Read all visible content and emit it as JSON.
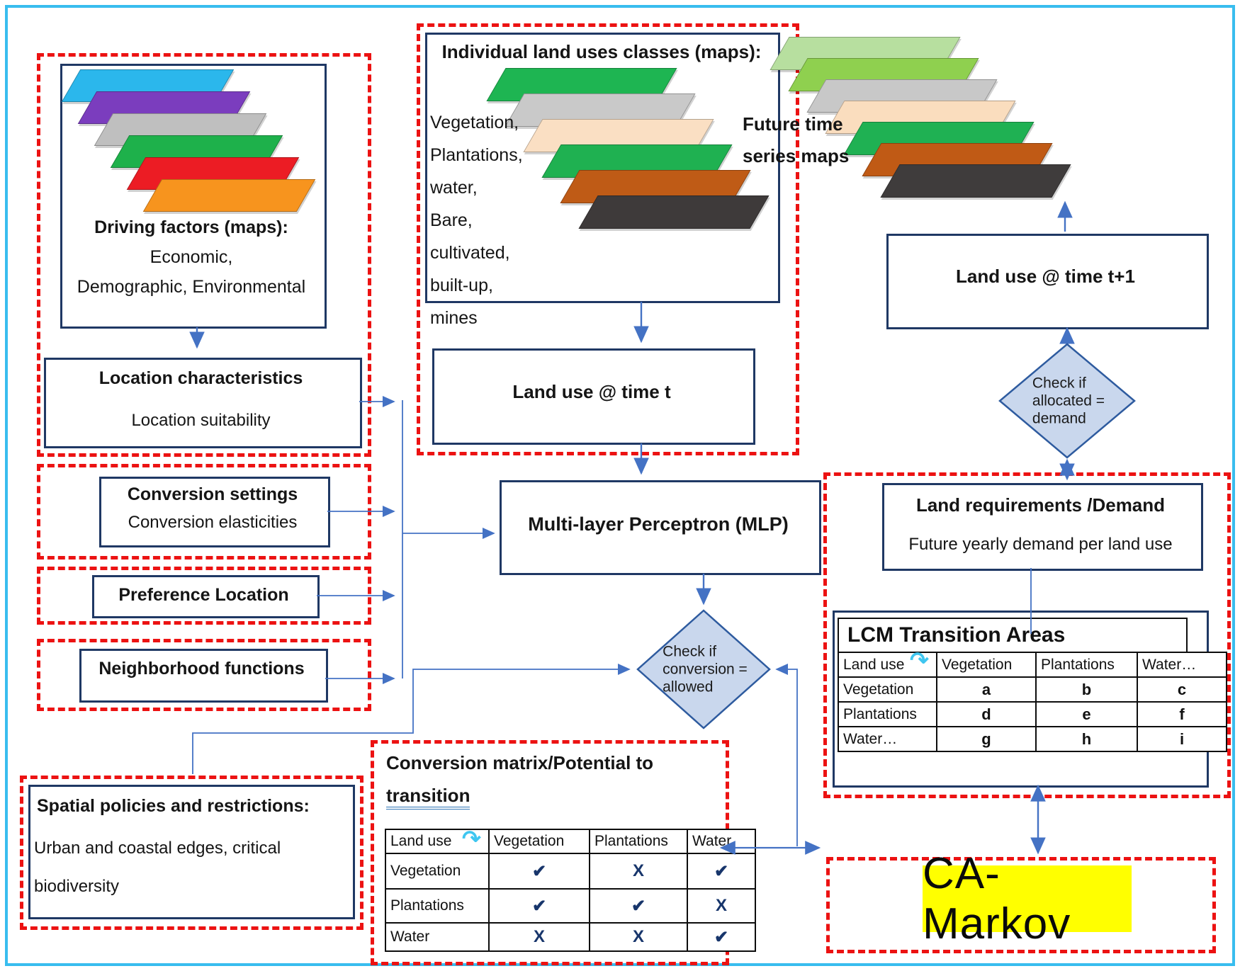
{
  "glyphs": {
    "check": "✔",
    "x": "X",
    "curved_arrow": "↷"
  },
  "colors": {
    "navy": "#1F3864",
    "red_dash": "#EC1212",
    "arrow_blue": "#4472C4",
    "diamond_fill": "#C9D7ED",
    "diamond_border": "#2E5B9F",
    "cyan_frame": "#38BDEF",
    "cyan_icon": "#3FC6F0",
    "highlight_yellow": "#FFFF00"
  },
  "left": {
    "driving": {
      "title_bold": "Driving factors (maps):",
      "title_rest": " Economic,",
      "title_line2": "Demographic, Environmental",
      "stack_colors": [
        "#2BB7EC",
        "#7B3DBE",
        "#BFBFBF",
        "#1EB14B",
        "#EC1C24",
        "#F7941E"
      ]
    },
    "location": {
      "title": "Location characteristics",
      "subtitle": "Location suitability"
    },
    "conversion": {
      "title": "Conversion settings",
      "subtitle": "Conversion elasticities"
    },
    "preference": {
      "title": "Preference Location"
    },
    "neighborhood": {
      "title": "Neighborhood functions"
    },
    "spatial": {
      "title": "Spatial policies and restrictions:",
      "line1": "Urban and coastal edges, critical",
      "line2": "biodiversity"
    }
  },
  "middle": {
    "classes": {
      "title": "Individual land uses classes (maps):",
      "list": [
        "Vegetation,",
        "Plantations,",
        "water, Bare,",
        "cultivated,",
        "built-up,",
        "mines"
      ],
      "stack_colors": [
        "#1EB552",
        "#C9C9C9",
        "#FADFC3",
        "#1FB151",
        "#BF5B16",
        "#3E3A3A"
      ]
    },
    "land_use_t": {
      "label": "Land use @ time t"
    },
    "mlp": {
      "label": "Multi-layer Perceptron (MLP)"
    },
    "diamond_conversion": {
      "line1": "Check if",
      "line2": "conversion =",
      "line3": "allowed"
    },
    "conv_matrix": {
      "title_line1": "Conversion matrix/Potential to",
      "title_line2": "transition",
      "table": {
        "headers": [
          "Land use",
          "Vegetation",
          "Plantations",
          "Water"
        ],
        "rows": [
          {
            "label": "Vegetation",
            "cells": [
              "check",
              "x",
              "check"
            ]
          },
          {
            "label": "Plantations",
            "cells": [
              "check",
              "check",
              "x"
            ]
          },
          {
            "label": "Water",
            "cells": [
              "x",
              "x",
              "check"
            ]
          }
        ]
      }
    }
  },
  "right": {
    "future_maps": {
      "line1": "Future time",
      "line2": "series maps",
      "stack_colors": [
        "#B7DF9F",
        "#8FD04F",
        "#C8C8C8",
        "#FADDBE",
        "#1FB153",
        "#C05A15",
        "#3F3C3C"
      ]
    },
    "land_use_t1": {
      "label": "Land use @ time t+1"
    },
    "diamond_allocated": {
      "line1": "Check if",
      "line2": "allocated =",
      "line3": "demand"
    },
    "demand": {
      "title": "Land requirements /Demand",
      "subtitle": "Future yearly demand per land use"
    },
    "lcm": {
      "title": "LCM  Transition Areas",
      "table": {
        "headers": [
          "Land use",
          "Vegetation",
          "Plantations",
          "Water…"
        ],
        "rows": [
          {
            "label": "Vegetation",
            "cells": [
              "a",
              "b",
              "c"
            ]
          },
          {
            "label": "Plantations",
            "cells": [
              "d",
              "e",
              "f"
            ]
          },
          {
            "label": "Water…",
            "cells": [
              "g",
              "h",
              "i"
            ]
          }
        ]
      }
    },
    "ca_markov": {
      "label": "CA-Markov"
    }
  }
}
